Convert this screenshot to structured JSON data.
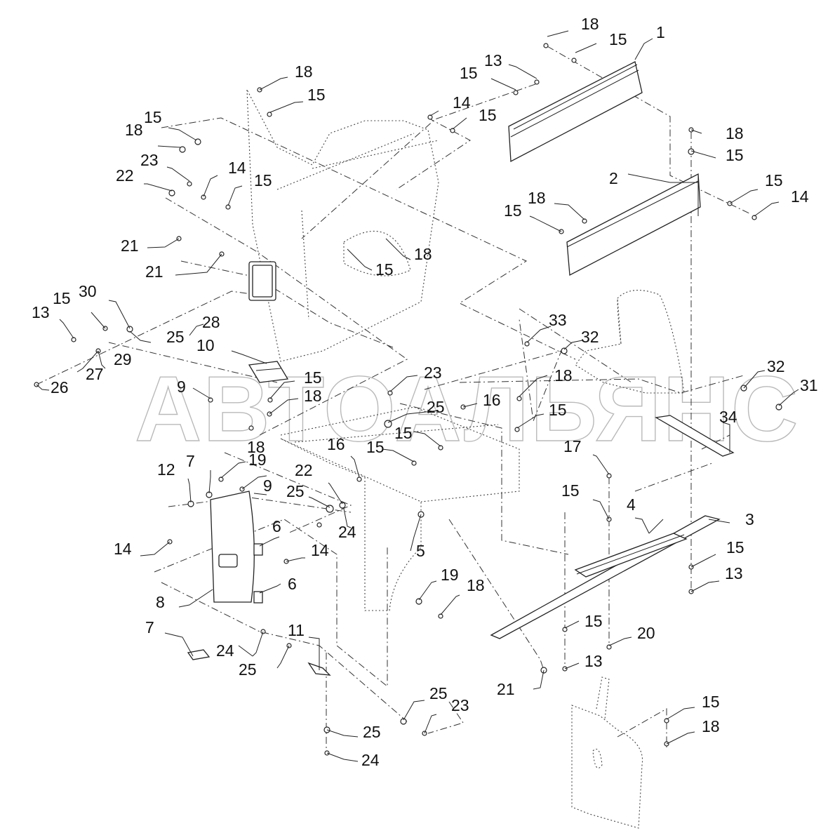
{
  "watermark": "АВТОАЛЬЯНС",
  "callouts": [
    {
      "id": "c1",
      "text": "18"
    },
    {
      "id": "c2",
      "text": "15"
    },
    {
      "id": "c3",
      "text": "1"
    },
    {
      "id": "c4",
      "text": "13"
    },
    {
      "id": "c5",
      "text": "15"
    },
    {
      "id": "c6",
      "text": "18"
    },
    {
      "id": "c7",
      "text": "15"
    },
    {
      "id": "c8",
      "text": "14"
    },
    {
      "id": "c9",
      "text": "15"
    },
    {
      "id": "c10",
      "text": "18"
    },
    {
      "id": "c11",
      "text": "15"
    },
    {
      "id": "c12",
      "text": "15"
    },
    {
      "id": "c13",
      "text": "18"
    },
    {
      "id": "c14",
      "text": "23"
    },
    {
      "id": "c15",
      "text": "22"
    },
    {
      "id": "c16",
      "text": "14"
    },
    {
      "id": "c17",
      "text": "15"
    },
    {
      "id": "c18",
      "text": "2"
    },
    {
      "id": "c19",
      "text": "15"
    },
    {
      "id": "c20",
      "text": "14"
    },
    {
      "id": "c21",
      "text": "18"
    },
    {
      "id": "c22",
      "text": "15"
    },
    {
      "id": "c23",
      "text": "21"
    },
    {
      "id": "c24",
      "text": "18"
    },
    {
      "id": "c25",
      "text": "21"
    },
    {
      "id": "c26",
      "text": "15"
    },
    {
      "id": "c27",
      "text": "13"
    },
    {
      "id": "c28",
      "text": "15"
    },
    {
      "id": "c29",
      "text": "30"
    },
    {
      "id": "c30",
      "text": "28"
    },
    {
      "id": "c31",
      "text": "25"
    },
    {
      "id": "c32",
      "text": "10"
    },
    {
      "id": "c33",
      "text": "33"
    },
    {
      "id": "c34",
      "text": "32"
    },
    {
      "id": "c35",
      "text": "29"
    },
    {
      "id": "c36",
      "text": "27"
    },
    {
      "id": "c37",
      "text": "26"
    },
    {
      "id": "c38",
      "text": "23"
    },
    {
      "id": "c39",
      "text": "18"
    },
    {
      "id": "c40",
      "text": "32"
    },
    {
      "id": "c41",
      "text": "31"
    },
    {
      "id": "c42",
      "text": "9"
    },
    {
      "id": "c43",
      "text": "15"
    },
    {
      "id": "c44",
      "text": "18"
    },
    {
      "id": "c45",
      "text": "25"
    },
    {
      "id": "c46",
      "text": "16"
    },
    {
      "id": "c47",
      "text": "15"
    },
    {
      "id": "c48",
      "text": "15"
    },
    {
      "id": "c49",
      "text": "34"
    },
    {
      "id": "c50",
      "text": "15"
    },
    {
      "id": "c51",
      "text": "16"
    },
    {
      "id": "c52",
      "text": "17"
    },
    {
      "id": "c53",
      "text": "18"
    },
    {
      "id": "c54",
      "text": "7"
    },
    {
      "id": "c55",
      "text": "12"
    },
    {
      "id": "c56",
      "text": "19"
    },
    {
      "id": "c57",
      "text": "22"
    },
    {
      "id": "c58",
      "text": "9"
    },
    {
      "id": "c59",
      "text": "25"
    },
    {
      "id": "c60",
      "text": "15"
    },
    {
      "id": "c61",
      "text": "4"
    },
    {
      "id": "c62",
      "text": "3"
    },
    {
      "id": "c63",
      "text": "24"
    },
    {
      "id": "c64",
      "text": "14"
    },
    {
      "id": "c65",
      "text": "6"
    },
    {
      "id": "c66",
      "text": "14"
    },
    {
      "id": "c67",
      "text": "5"
    },
    {
      "id": "c68",
      "text": "15"
    },
    {
      "id": "c69",
      "text": "13"
    },
    {
      "id": "c70",
      "text": "6"
    },
    {
      "id": "c71",
      "text": "19"
    },
    {
      "id": "c72",
      "text": "18"
    },
    {
      "id": "c73",
      "text": "8"
    },
    {
      "id": "c74",
      "text": "15"
    },
    {
      "id": "c75",
      "text": "7"
    },
    {
      "id": "c76",
      "text": "11"
    },
    {
      "id": "c77",
      "text": "24"
    },
    {
      "id": "c78",
      "text": "25"
    },
    {
      "id": "c79",
      "text": "20"
    },
    {
      "id": "c80",
      "text": "13"
    },
    {
      "id": "c81",
      "text": "21"
    },
    {
      "id": "c82",
      "text": "25"
    },
    {
      "id": "c83",
      "text": "23"
    },
    {
      "id": "c84",
      "text": "15"
    },
    {
      "id": "c85",
      "text": "18"
    },
    {
      "id": "c86",
      "text": "25"
    },
    {
      "id": "c87",
      "text": "24"
    }
  ],
  "icons": {
    "fastener": "fastener-icon",
    "panel": "sheet-metal-panel"
  },
  "colors": {
    "line": "#222222",
    "watermark": "#b9b9b9",
    "background": "#ffffff"
  }
}
